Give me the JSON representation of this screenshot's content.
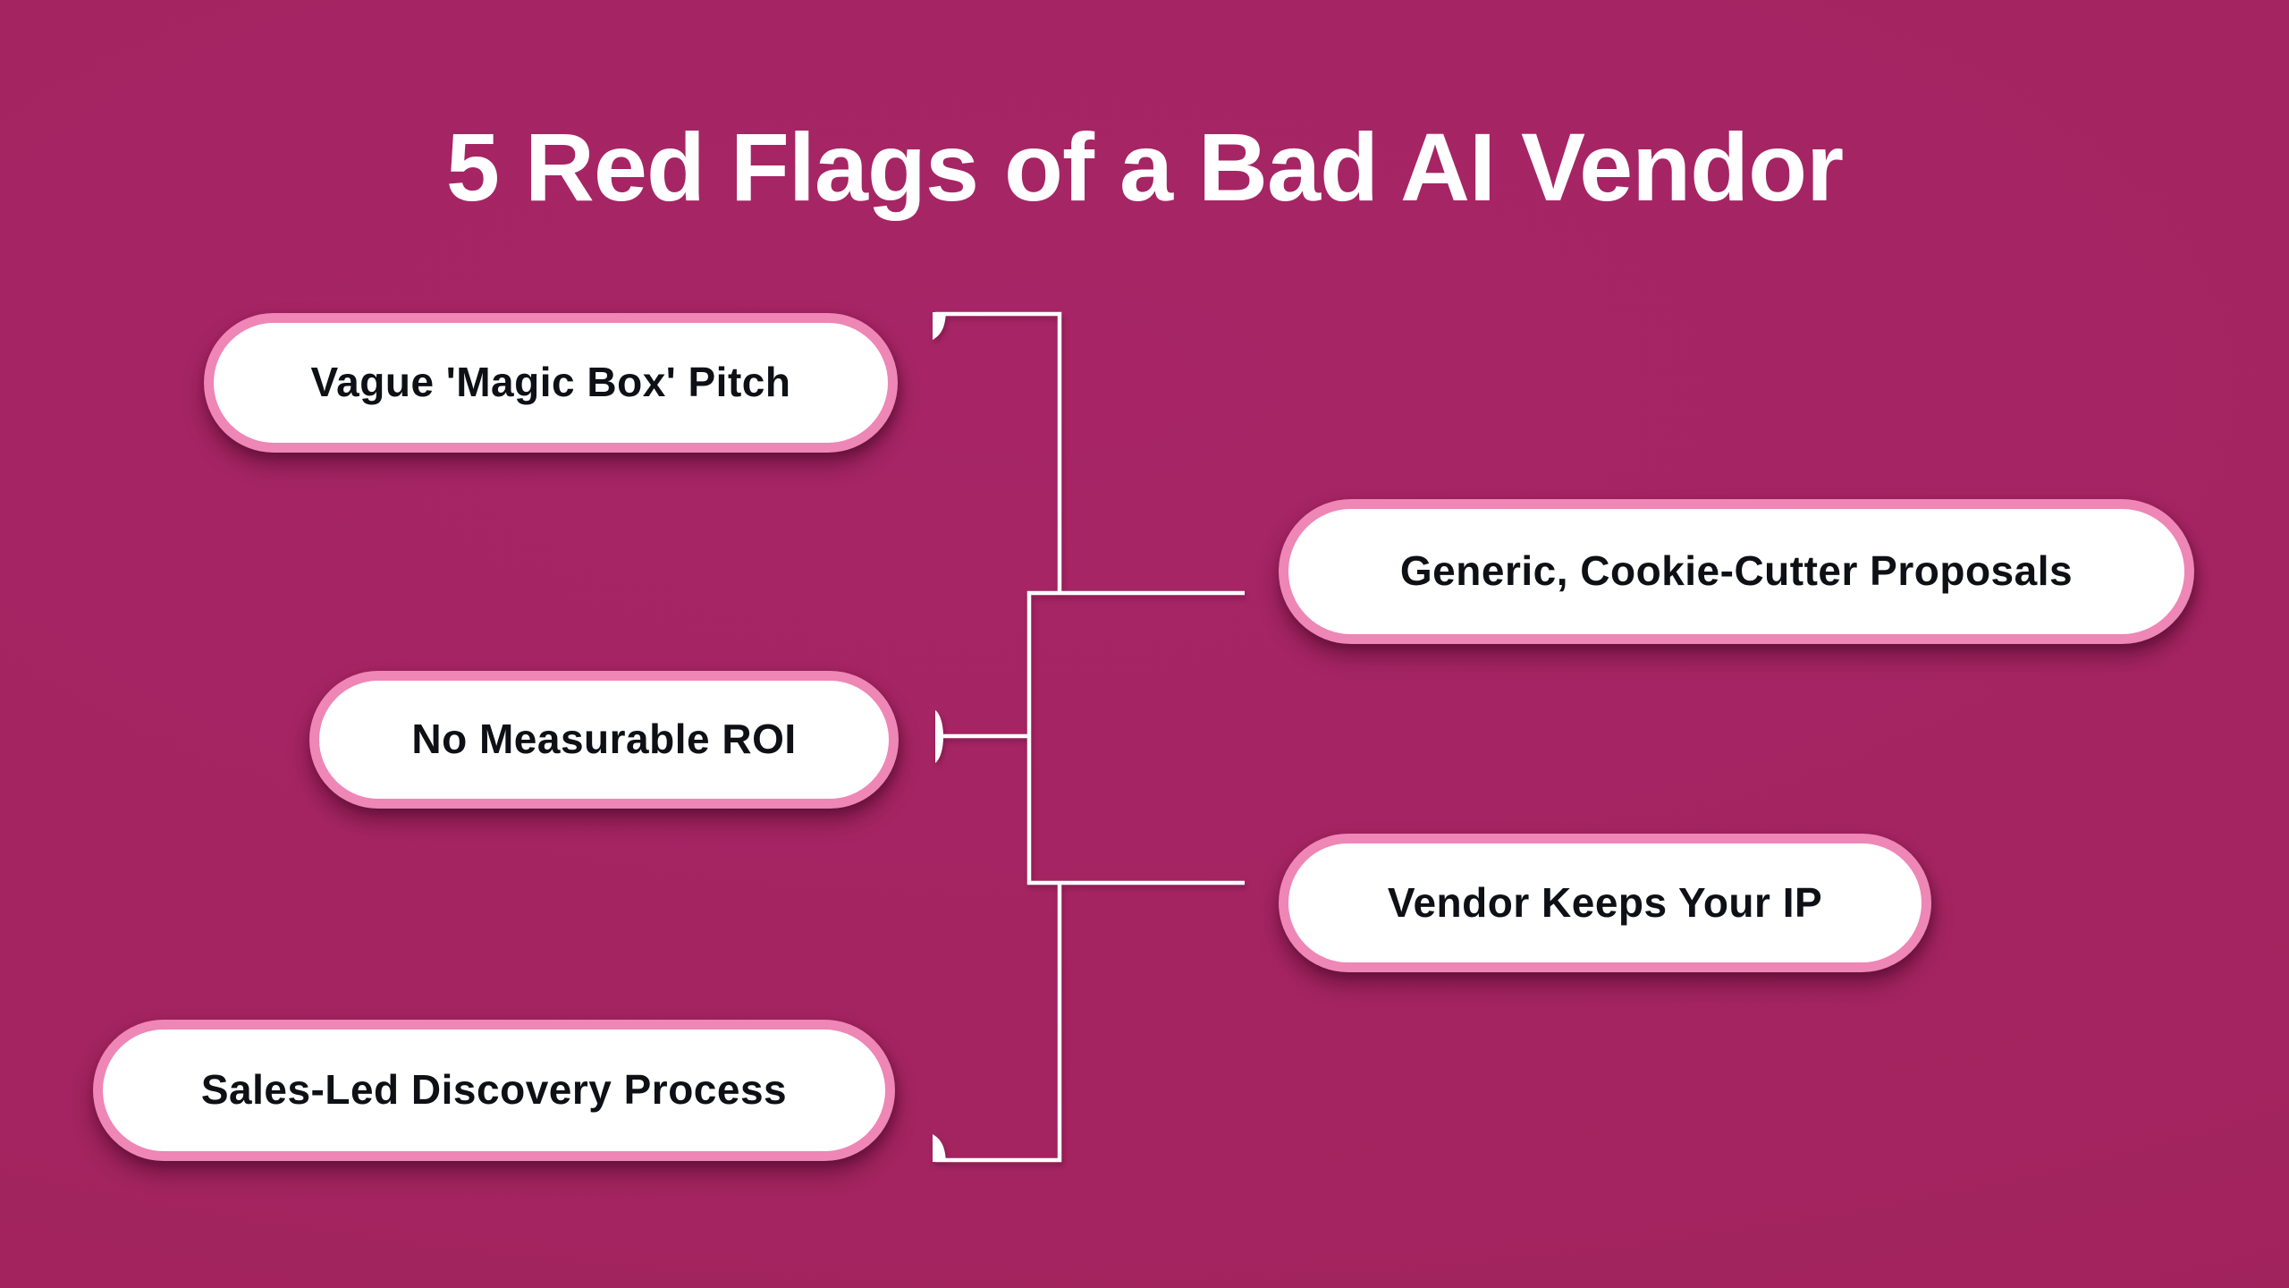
{
  "title": "5 Red Flags of a Bad AI Vendor",
  "flags": [
    {
      "id": 1,
      "label": "Vague 'Magic Box' Pitch",
      "column": "left"
    },
    {
      "id": 2,
      "label": "No Measurable ROI",
      "column": "left"
    },
    {
      "id": 3,
      "label": "Sales-Led Discovery Process",
      "column": "left"
    },
    {
      "id": 4,
      "label": "Generic, Cookie-Cutter Proposals",
      "column": "right"
    },
    {
      "id": 5,
      "label": "Vendor Keeps Your IP",
      "column": "right"
    }
  ],
  "colors": {
    "background_top": "#a72566",
    "background_bottom": "#9c2053",
    "pill_border": "#ee86b6",
    "pill_fill": "#ffffff",
    "pill_text": "#0e1016",
    "title_text": "#ffffff",
    "connector": "#ffffff"
  }
}
